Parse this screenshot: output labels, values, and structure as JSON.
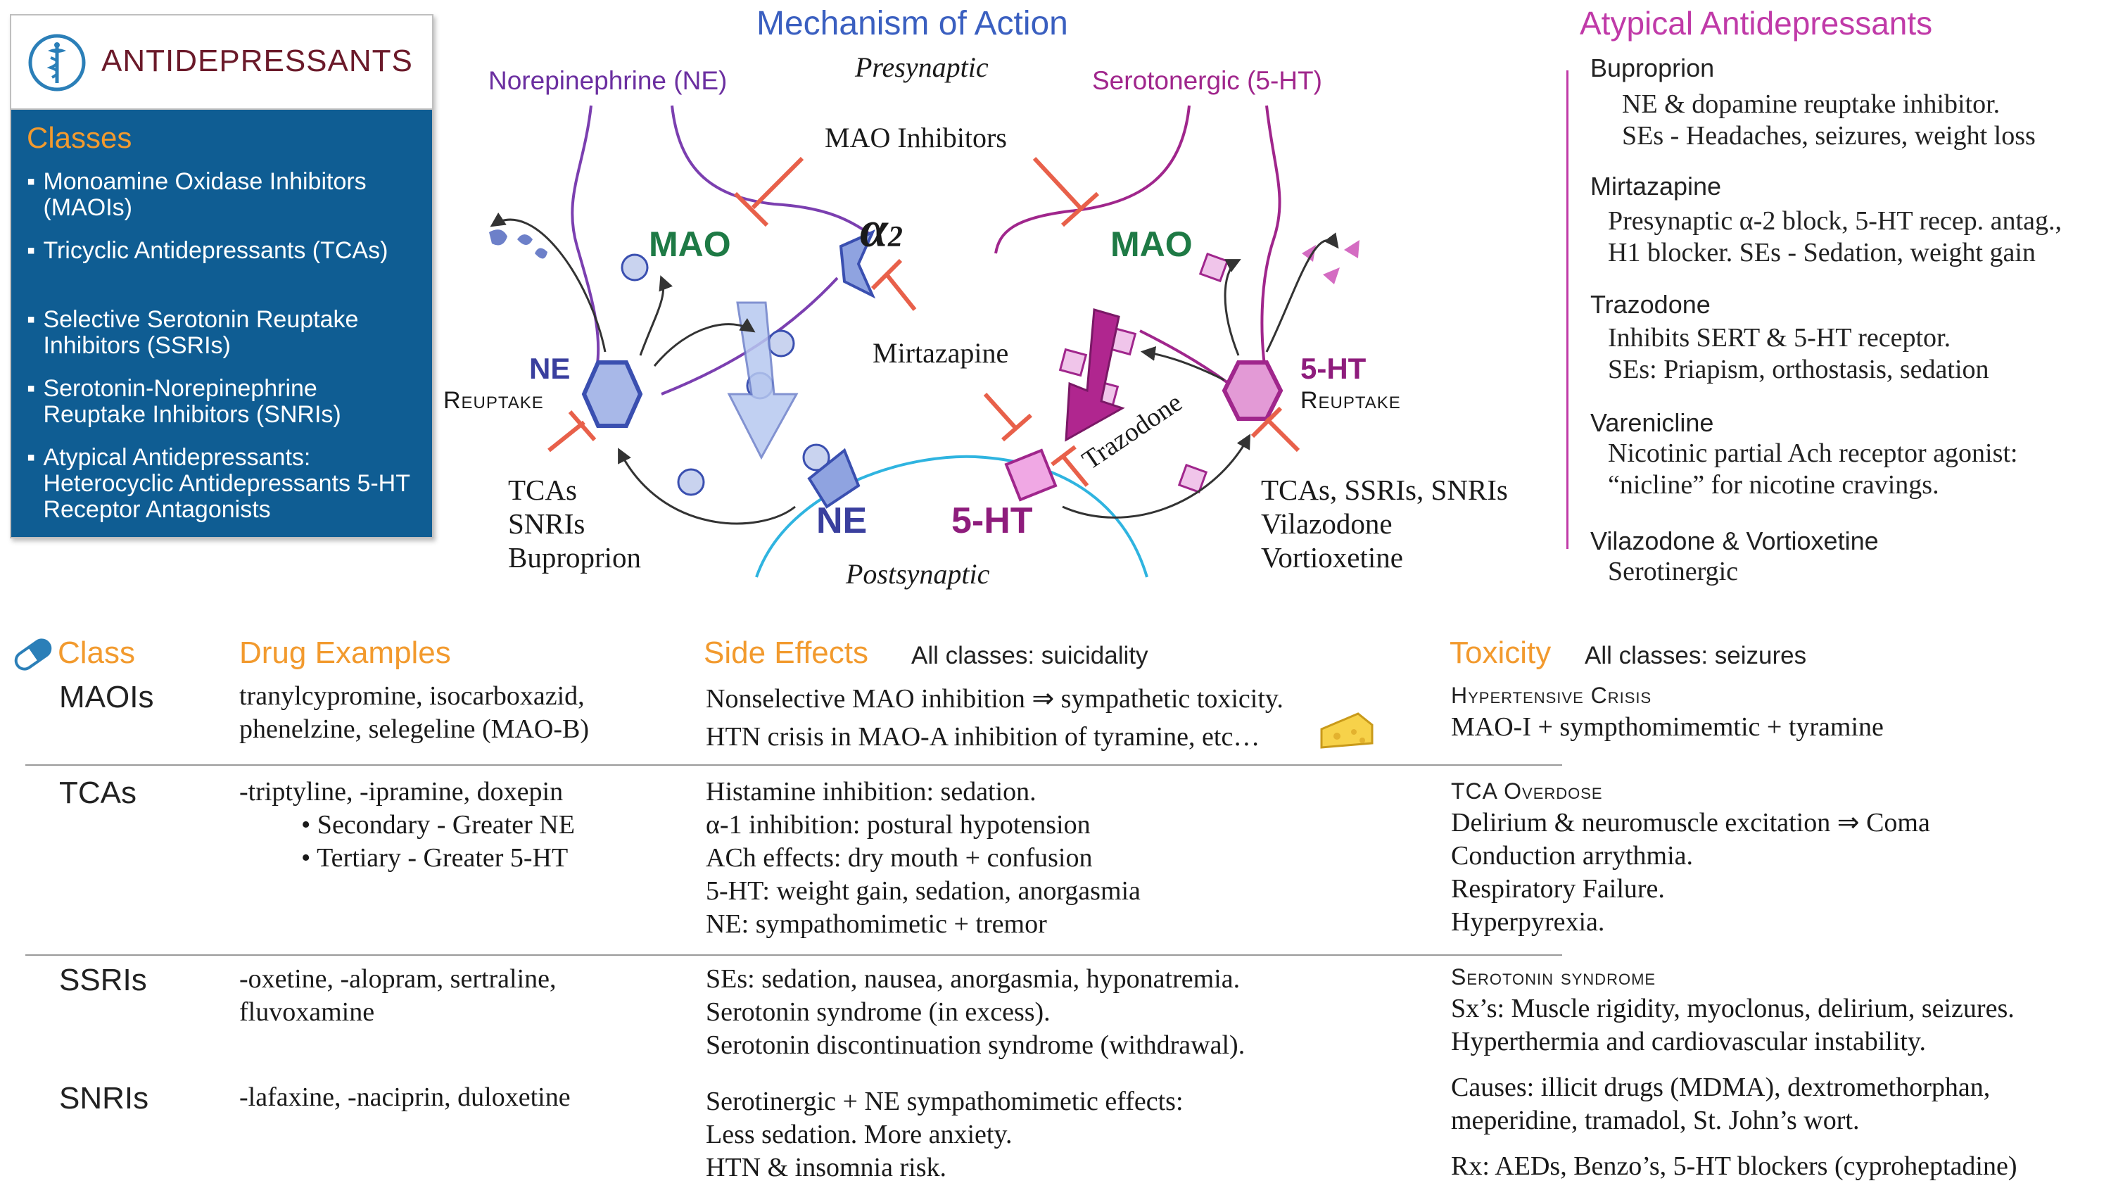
{
  "classes_panel": {
    "title": "ANTIDEPRESSANTS",
    "label": "Classes",
    "items": [
      "Monoamine Oxidase Inhibitors (MAOIs)",
      "Tricyclic Antidepressants (TCAs)",
      "Selective Serotonin Reuptake Inhibitors (SSRIs)",
      "Serotonin-Norepinephrine Reuptake Inhibitors (SNRIs)",
      "Atypical Antidepressants: Heterocyclic Antidepressants 5-HT Receptor Antagonists"
    ]
  },
  "mechanism": {
    "title": "Mechanism of Action",
    "presynaptic": "Presynaptic",
    "postsynaptic": "Postsynaptic",
    "ne_neuron": "Norepinephrine (NE)",
    "ht_neuron": "Serotonergic (5-HT)",
    "mao_inhibitors": "MAO Inhibitors",
    "mao_left": "MAO",
    "mao_right": "MAO",
    "alpha2": "α",
    "alpha2_sub": "2",
    "mirtazapine": "Mirtazapine",
    "trazodone": "Trazodone",
    "ne_label": "NE",
    "ne_reuptake": "Reuptake",
    "ht_label": "5-HT",
    "ht_reuptake": "Reuptake",
    "ne_receptor": "NE",
    "ht_receptor": "5-HT",
    "left_drugs": [
      "TCAs",
      "SNRIs",
      "Buproprion"
    ],
    "right_drugs": [
      "TCAs, SSRIs, SNRIs",
      "Vilazodone",
      "Vortioxetine"
    ],
    "colors": {
      "ne": "#5a2d91",
      "ht": "#a0268c",
      "mao": "#1e7a45",
      "block": "#e8604a",
      "post": "#2fb4e0"
    }
  },
  "atypical": {
    "title": "Atypical Antidepressants",
    "drugs": [
      {
        "name": "Buproprion",
        "lines": [
          "NE & dopamine reuptake inhibitor.",
          "SEs - Headaches, seizures, weight loss"
        ]
      },
      {
        "name": "Mirtazapine",
        "lines": [
          "Presynaptic α-2 block, 5-HT recep. antag.,",
          "H1 blocker.  SEs - Sedation, weight gain"
        ]
      },
      {
        "name": "Trazodone",
        "lines": [
          "Inhibits SERT & 5-HT receptor.",
          "SEs: Priapism, orthostasis, sedation"
        ]
      },
      {
        "name": "Varenicline",
        "lines": [
          "Nicotinic partial Ach receptor agonist:",
          "“nicline” for nicotine cravings."
        ]
      },
      {
        "name": "Vilazodone & Vortioxetine",
        "lines": [
          "Serotinergic"
        ]
      }
    ]
  },
  "table": {
    "headers": {
      "class": "Class",
      "drugs": "Drug Examples",
      "side_effects": "Side Effects",
      "side_effects_note": "All classes: suicidality",
      "toxicity": "Toxicity",
      "toxicity_note": "All classes: seizures"
    },
    "rows": [
      {
        "class": "MAOIs",
        "drugs": [
          "tranylcypromine, isocarboxazid,",
          "phenelzine, selegeline (MAO-B)"
        ],
        "side_effects": [
          "Nonselective MAO inhibition ⇒ sympathetic toxicity.",
          "HTN crisis in MAO-A inhibition of tyramine, etc…"
        ],
        "toxicity_head": "Hypertensive Crisis",
        "toxicity": [
          "MAO-I + sympthomimemtic + tyramine"
        ]
      },
      {
        "class": "TCAs",
        "drugs": [
          "-triptyline, -ipramine, doxepin",
          "• Secondary - Greater NE",
          "• Tertiary - Greater 5-HT"
        ],
        "side_effects": [
          "Histamine inhibition: sedation.",
          "α-1 inhibition: postural hypotension",
          "ACh effects: dry mouth + confusion",
          "5-HT: weight gain, sedation, anorgasmia",
          "NE: sympathomimetic + tremor"
        ],
        "toxicity_head": "TCA Overdose",
        "toxicity": [
          "Delirium & neuromuscle excitation ⇒ Coma",
          "Conduction arrythmia.",
          "Respiratory Failure.",
          "Hyperpyrexia."
        ]
      },
      {
        "class": "SSRIs",
        "drugs": [
          "-oxetine, -alopram, sertraline,",
          "fluvoxamine"
        ],
        "side_effects": [
          "SEs: sedation, nausea, anorgasmia, hyponatremia.",
          "Serotonin syndrome (in excess).",
          "Serotonin discontinuation syndrome (withdrawal)."
        ],
        "toxicity_head": "Serotonin syndrome",
        "toxicity": [
          "Sx’s: Muscle rigidity, myoclonus, delirium, seizures.",
          "Hyperthermia and cardiovascular instability.",
          "Causes: illicit drugs (MDMA), dextromethorphan,",
          "meperidine, tramadol, St. John’s wort.",
          "Rx: AEDs, Benzo’s, 5-HT blockers (cyproheptadine)"
        ]
      },
      {
        "class": "SNRIs",
        "drugs": [
          "-lafaxine, -naciprin, duloxetine"
        ],
        "side_effects": [
          "Serotinergic + NE sympathomimetic effects:",
          "Less sedation.  More anxiety.",
          "HTN & insomnia risk."
        ]
      }
    ]
  }
}
